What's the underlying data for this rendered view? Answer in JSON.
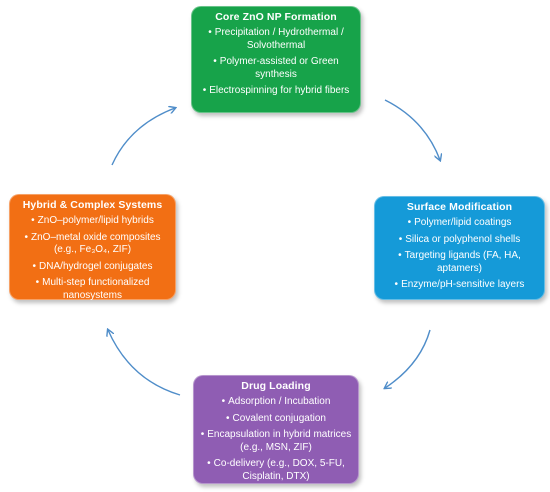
{
  "colors": {
    "core": "#17a34a",
    "surface": "#159ad8",
    "drug": "#8f5db3",
    "hybrid": "#f26f14",
    "arrow": "#4f8dc9"
  },
  "boxes": {
    "core": {
      "title": "Core ZnO NP Formation",
      "items": [
        "Precipitation / Hydrothermal / Solvothermal",
        "Polymer-assisted or Green synthesis",
        "Electrospinning for hybrid fibers"
      ]
    },
    "surface": {
      "title": "Surface Modification",
      "items": [
        "Polymer/lipid coatings",
        "Silica or polyphenol shells",
        "Targeting ligands (FA, HA, aptamers)",
        "Enzyme/pH-sensitive layers"
      ]
    },
    "drug": {
      "title": "Drug Loading",
      "items": [
        "Adsorption / Incubation",
        "Covalent conjugation",
        "Encapsulation in hybrid matrices (e.g., MSN, ZIF)",
        "Co-delivery (e.g., DOX, 5-FU, Cisplatin, DTX)"
      ]
    },
    "hybrid": {
      "title": "Hybrid & Complex Systems",
      "items": [
        "ZnO–polymer/lipid hybrids",
        "ZnO–metal oxide composites (e.g., Fe₃O₄, ZIF)",
        "DNA/hydrogel conjugates",
        "Multi-step functionalized nanosystems"
      ]
    }
  },
  "bullet": "•"
}
